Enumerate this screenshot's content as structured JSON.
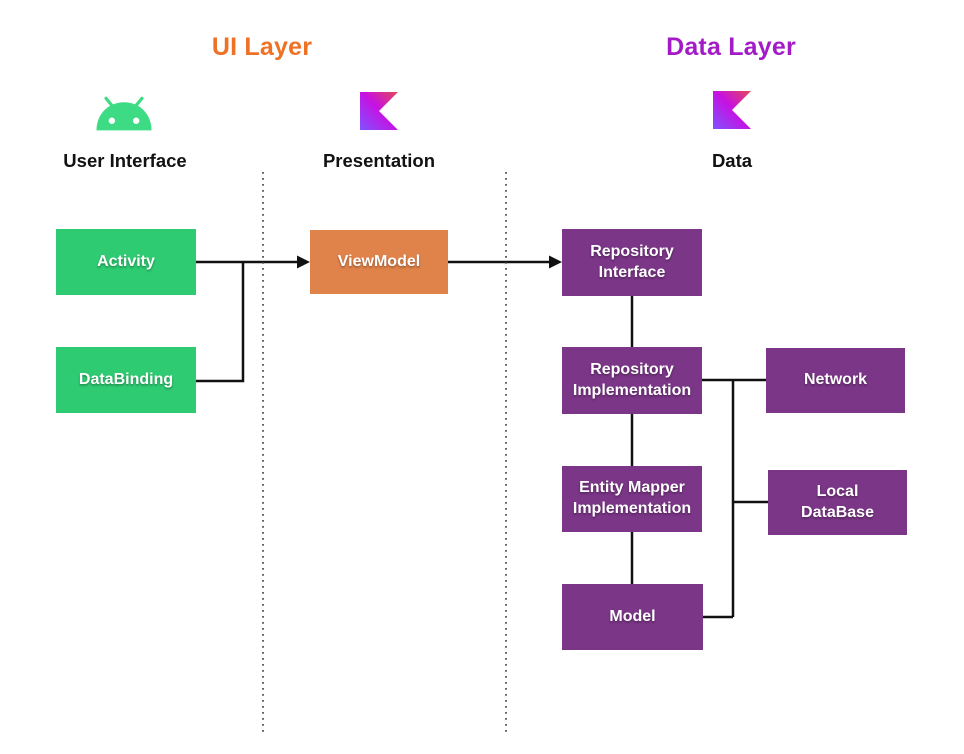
{
  "diagram": {
    "titles": [
      {
        "id": "ui-layer",
        "label": "UI Layer",
        "color": "#ee7125"
      },
      {
        "id": "data-layer",
        "label": "Data Layer",
        "color": "#a21bc7"
      }
    ],
    "sections": [
      {
        "id": "user-interface",
        "label": "User Interface",
        "icon": "android-robot-icon"
      },
      {
        "id": "presentation",
        "label": "Presentation",
        "icon": "kotlin-logo-icon"
      },
      {
        "id": "data",
        "label": "Data",
        "icon": "kotlin-logo-icon"
      }
    ],
    "nodes": [
      {
        "id": "activity",
        "label": "Activity",
        "color": "#2ecb72"
      },
      {
        "id": "databinding",
        "label": "DataBinding",
        "color": "#2ecb72"
      },
      {
        "id": "viewmodel",
        "label": "ViewModel",
        "color": "#e0834b"
      },
      {
        "id": "repository-interface",
        "label": "Repository\nInterface",
        "color": "#7b3687"
      },
      {
        "id": "repository-implementation",
        "label": "Repository\nImplementation",
        "color": "#7b3687"
      },
      {
        "id": "entity-mapper-implementation",
        "label": "Entity Mapper\nImplementation",
        "color": "#7b3687"
      },
      {
        "id": "model",
        "label": "Model",
        "color": "#7b3687"
      },
      {
        "id": "network",
        "label": "Network",
        "color": "#7b3687"
      },
      {
        "id": "local-database",
        "label": "Local\nDataBase",
        "color": "#7b3687"
      }
    ],
    "icon_colors": {
      "android_green": "#3ddc84",
      "kotlin_gradient": [
        "#e44857",
        "#c711e1",
        "#7f52ff"
      ]
    },
    "connector_color": "#111111",
    "separator_color": "#3d3d3d"
  }
}
